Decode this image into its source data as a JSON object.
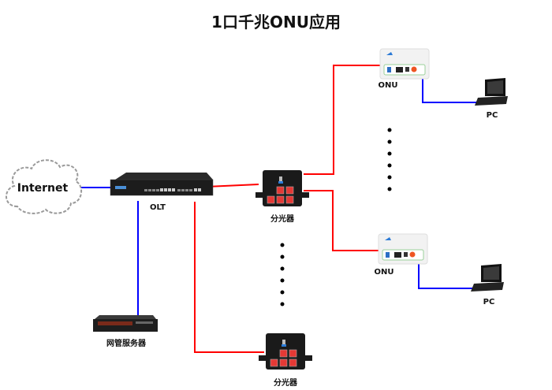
{
  "title": "1口千兆ONU应用",
  "nodes": {
    "internet": {
      "label": "Internet"
    },
    "olt": {
      "label": "OLT"
    },
    "server": {
      "label": "网管服务器"
    },
    "splitter_top": {
      "label": "分光器"
    },
    "splitter_bottom": {
      "label": "分光器"
    },
    "onu_top": {
      "label": "ONU"
    },
    "onu_bottom": {
      "label": "ONU"
    },
    "pc_top": {
      "label": "PC"
    },
    "pc_bottom": {
      "label": "PC"
    }
  },
  "colors": {
    "fiber_link": "#ff0000",
    "ethernet_link": "#0000ff",
    "device_dark": "#1a1a1a",
    "splitter_port": "#e53935",
    "onu_body": "#f2f2f2"
  },
  "ellipsis_dots": {
    "count_per_column": 6
  }
}
